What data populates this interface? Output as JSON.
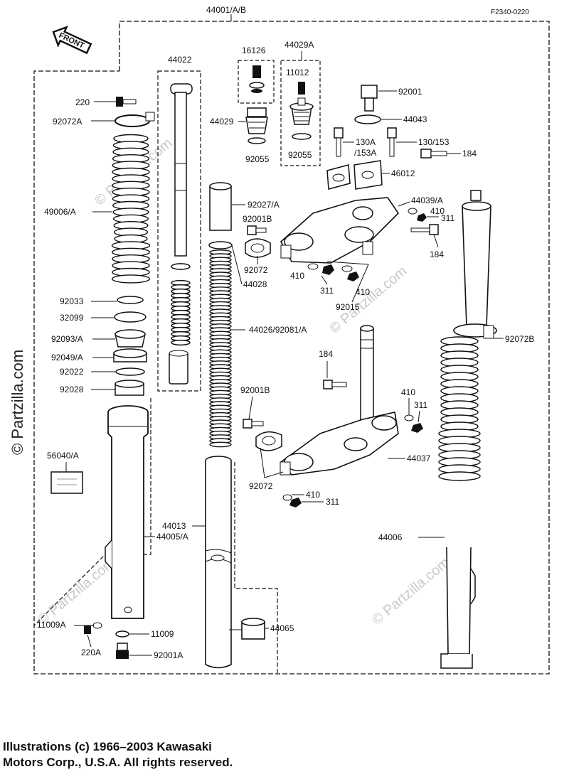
{
  "diagram": {
    "figure_code": "F2340-0220",
    "front_label": "FRONT",
    "watermark": "© Partzilla.com",
    "part_labels": {
      "p44001": "44001/A/B",
      "p44022": "44022",
      "p16126": "16126",
      "p44029A": "44029A",
      "p11012": "11012",
      "p44029": "44029",
      "p92055a": "92055",
      "p92055b": "92055",
      "p92001": "92001",
      "p44043": "44043",
      "p130A": "130A",
      "p153A": "/153A",
      "p130_153": "130/153",
      "p184a": "184",
      "p46012": "46012",
      "p44039A": "44039/A",
      "p410a": "410",
      "p311a": "311",
      "p184b": "184",
      "p220": "220",
      "p92072A": "92072A",
      "p49006A": "49006/A",
      "p92027A": "92027/A",
      "p92001B_a": "92001B",
      "p92072a": "92072",
      "p44028": "44028",
      "p410b": "410",
      "p311b": "311",
      "p410c": "410",
      "p92015": "92015",
      "p92033": "92033",
      "p32099": "32099",
      "p92093A": "92093/A",
      "p92049A": "92049/A",
      "p92022": "92022",
      "p92028": "92028",
      "p44026": "44026/92081/A",
      "p92072B": "92072B",
      "p184c": "184",
      "p92001B_b": "92001B",
      "p410d": "410",
      "p311c": "311",
      "p56040A": "56040/A",
      "p44037": "44037",
      "p92072b": "92072",
      "p410e": "410",
      "p311d": "311",
      "p44013": "44013",
      "p44005A": "44005/A",
      "p44006": "44006",
      "p11009A": "11009A",
      "p11009": "11009",
      "p220A": "220A",
      "p92001A": "92001A",
      "p44065": "44065"
    }
  },
  "footer": {
    "line1": "Illustrations (c) 1966–2003 Kawasaki",
    "line2": "Motors Corp., U.S.A.  All rights reserved."
  }
}
